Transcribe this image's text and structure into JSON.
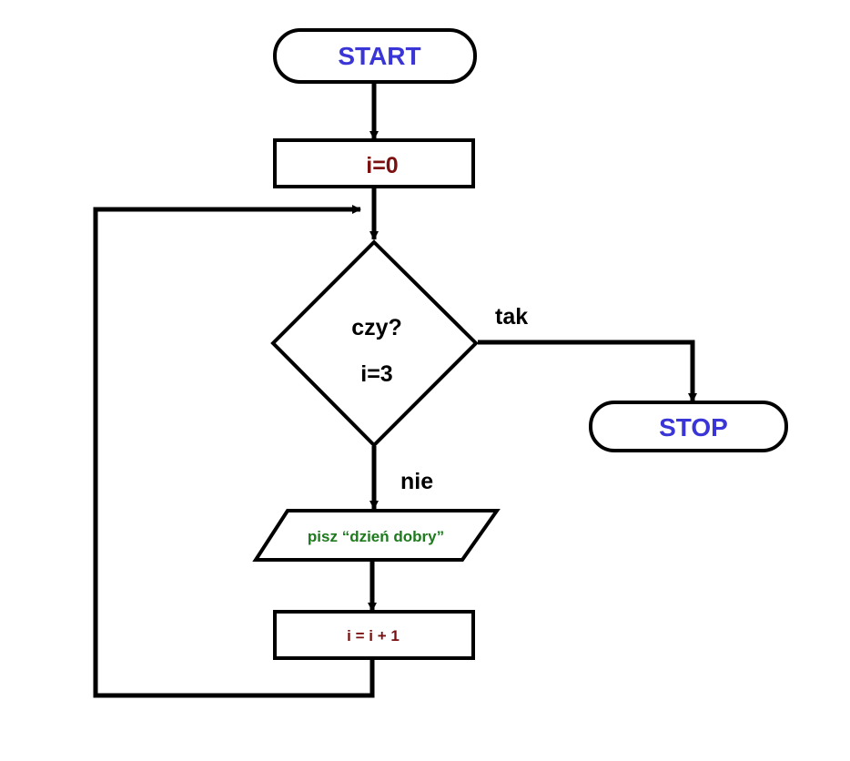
{
  "nodes": {
    "start": {
      "label": "START"
    },
    "init": {
      "label": "i=0"
    },
    "decision": {
      "line1": "czy?",
      "line2": "i=3"
    },
    "stop": {
      "label": "STOP"
    },
    "output": {
      "label": "pisz “dzień dobry”"
    },
    "increment": {
      "label": "i = i + 1"
    }
  },
  "edges": {
    "yes_label": "tak",
    "no_label": "nie"
  },
  "colors": {
    "terminal_text": "#3a35d6",
    "process_text": "#7a1010",
    "io_text": "#1d7a1d",
    "edge_text": "#000000",
    "stroke": "#000000"
  }
}
